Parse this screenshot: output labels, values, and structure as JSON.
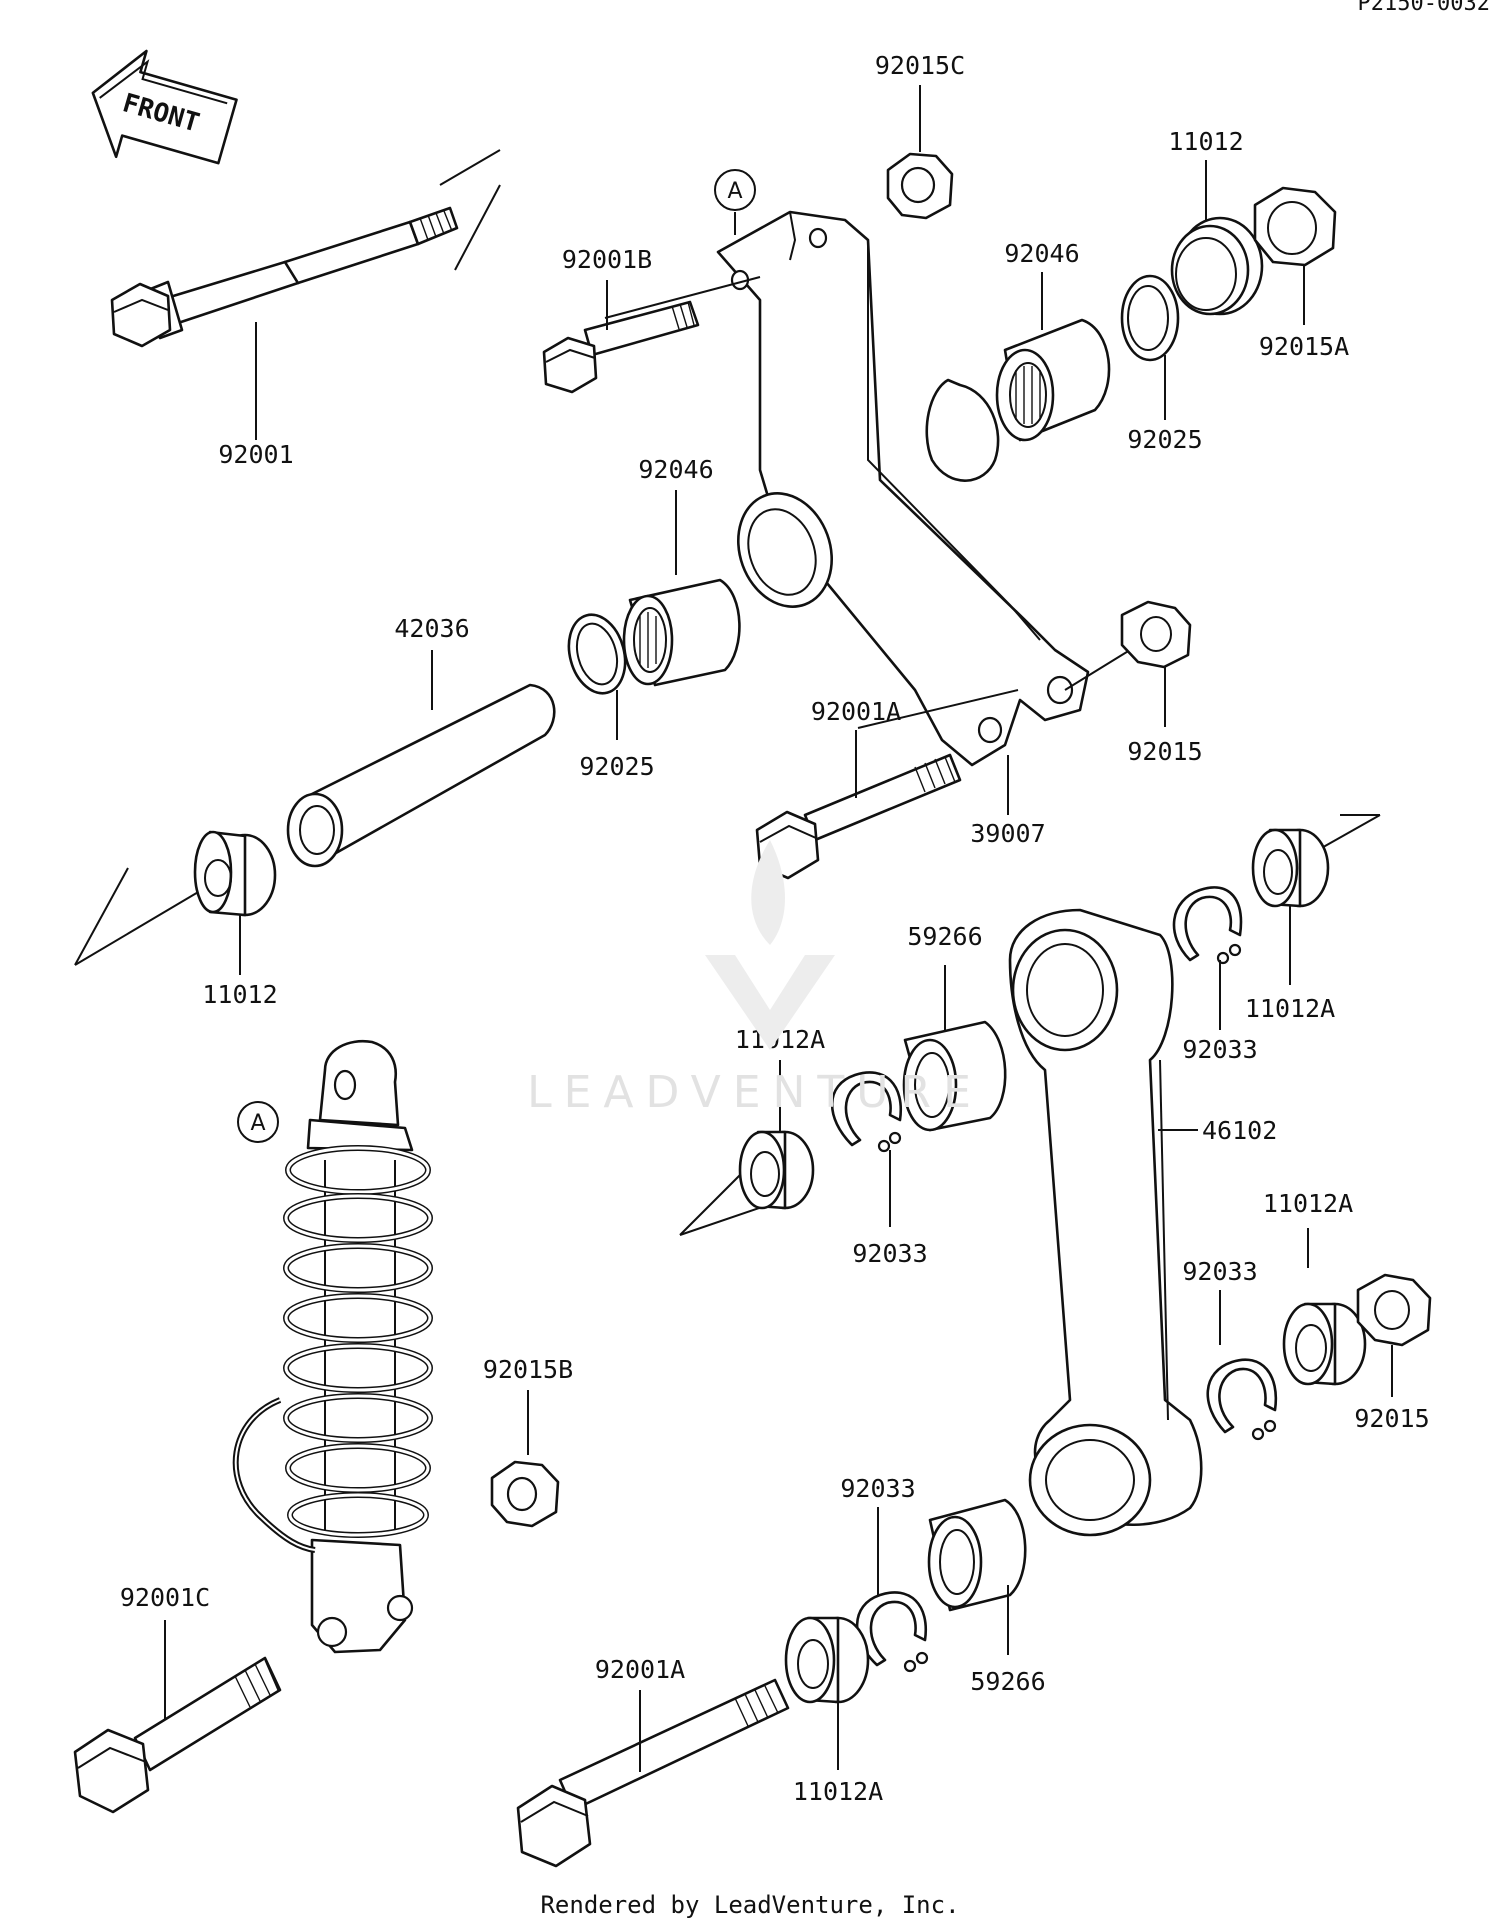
{
  "corner_code": "P2150-0032",
  "front_label": "FRONT",
  "callout_letter": "A",
  "watermark": "LEADVENTURE",
  "footer": "Rendered by LeadVenture, Inc.",
  "labels": {
    "p92015C": "92015C",
    "p11012_top": "11012",
    "p92001B": "92001B",
    "p92046_top": "92046",
    "p92015A": "92015A",
    "p92001": "92001",
    "p92025_top": "92025",
    "p92046_mid": "92046",
    "p42036": "42036",
    "p92025_mid": "92025",
    "p92001A_mid": "92001A",
    "p92015_mid": "92015",
    "p39007": "39007",
    "p11012_left": "11012",
    "p59266_top": "59266",
    "p11012A_right": "11012A",
    "p92033_right": "92033",
    "p11012A_mid": "11012A",
    "p46102": "46102",
    "p92033_mid": "92033",
    "p11012A_lowright": "11012A",
    "p92033_lowright": "92033",
    "p92015B": "92015B",
    "p92015_lowright": "92015",
    "p92033_low": "92033",
    "p92001C": "92001C",
    "p92001A_low": "92001A",
    "p59266_low": "59266",
    "p11012A_low": "11012A"
  }
}
